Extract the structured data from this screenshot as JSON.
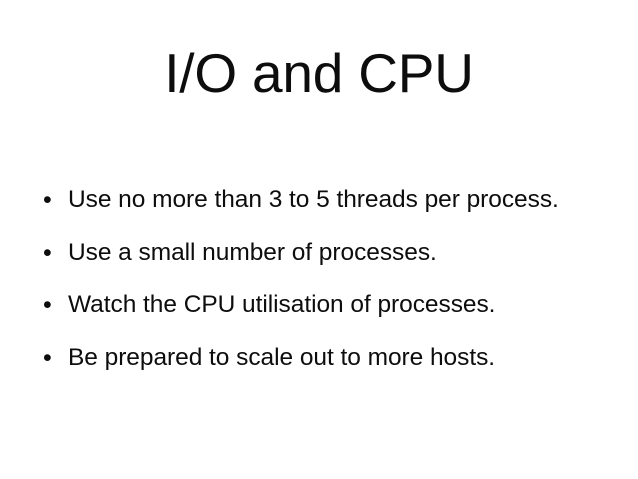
{
  "slide": {
    "title": "I/O and CPU",
    "background_color": "#ffffff",
    "text_color": "#0d0d0d",
    "bullet_marker": "•",
    "bullets": [
      {
        "text": "Use no more than 3 to 5 threads per process."
      },
      {
        "text": "Use a small number of processes."
      },
      {
        "text": "Watch the CPU utilisation of processes."
      },
      {
        "text": "Be prepared to scale out to more hosts."
      }
    ]
  }
}
